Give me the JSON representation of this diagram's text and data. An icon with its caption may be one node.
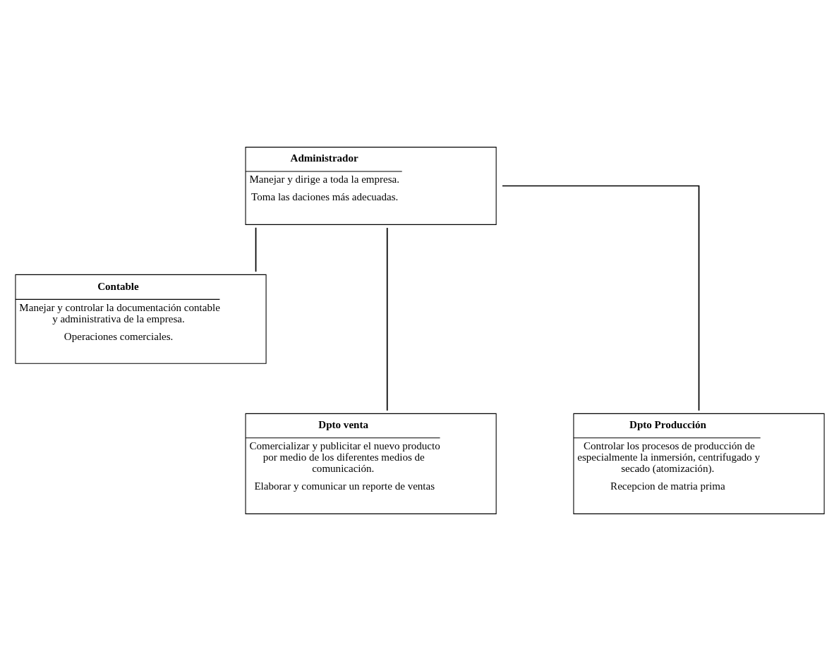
{
  "diagram": {
    "nodes": [
      {
        "text": [
          "Administrador",
          "Manejar y dirige a toda la empresa.",
          "Toma las daciones más adecuadas."
        ]
      },
      {
        "text": [
          "Contable",
          "Manejar y controlar la documentación contable y administrativa de la empresa.",
          "Operaciones comerciales."
        ]
      },
      {
        "text": [
          "Dpto venta",
          "Comercializar y publicitar el nuevo producto por medio de los diferentes medios de comunicación.",
          "Elaborar y comunicar un reporte de ventas"
        ]
      },
      {
        "text": [
          "Dpto Producción",
          "Controlar los procesos de producción de especialmente la inmersión, centrifugado y secado (atomización).",
          "Recepcion de matria prima"
        ]
      }
    ],
    "edges": [
      {
        "from": 0,
        "to": 1,
        "arrow": "none"
      },
      {
        "from": 0,
        "to": 2,
        "arrow": "none"
      },
      {
        "from": 0,
        "to": 3,
        "arrow": "none"
      }
    ]
  }
}
